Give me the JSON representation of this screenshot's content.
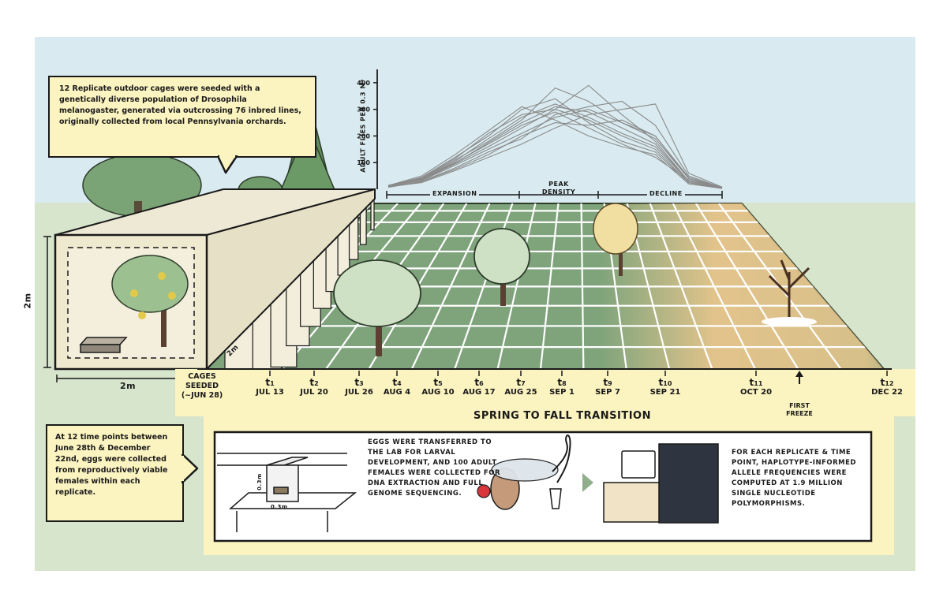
{
  "top_callout": {
    "text": "12 Replicate outdoor cages were seeded with a genetically diverse population of Drosophila melanogaster, generated via outcrossing 76 inbred lines, originally collected from local Pennsylvania orchards."
  },
  "bottom_callout": {
    "text": "At 12 time points between June 28th & December 22nd, eggs were collected from reproductively viable females within each replicate."
  },
  "cage": {
    "height_label": "2m",
    "width_label": "2m",
    "depth_label": "2m"
  },
  "chart_data": {
    "type": "line",
    "ylabel": "Adult flies per 0.3 m³",
    "yticks": [
      "100",
      "200",
      "300",
      "400"
    ],
    "ylim": [
      0,
      450
    ],
    "phases": [
      "Expansion",
      "Peak density",
      "Decline"
    ],
    "x": [
      "Jul 13",
      "Jul 20",
      "Jul 26",
      "Aug 4",
      "Aug 10",
      "Aug 17",
      "Aug 25",
      "Sep 1",
      "Sep 7",
      "Sep 21",
      "Oct 20"
    ],
    "series": [
      {
        "values": [
          15,
          40,
          110,
          180,
          260,
          380,
          330,
          250,
          200,
          40,
          5
        ]
      },
      {
        "values": [
          10,
          35,
          95,
          160,
          230,
          300,
          390,
          280,
          180,
          30,
          5
        ]
      },
      {
        "values": [
          12,
          45,
          120,
          200,
          300,
          340,
          250,
          180,
          140,
          25,
          4
        ]
      },
      {
        "values": [
          8,
          30,
          80,
          140,
          190,
          280,
          310,
          330,
          240,
          50,
          6
        ]
      },
      {
        "values": [
          14,
          50,
          130,
          220,
          310,
          260,
          200,
          160,
          130,
          20,
          3
        ]
      },
      {
        "values": [
          9,
          25,
          70,
          120,
          170,
          230,
          280,
          300,
          320,
          60,
          8
        ]
      },
      {
        "values": [
          11,
          40,
          100,
          170,
          240,
          290,
          230,
          170,
          120,
          35,
          5
        ]
      },
      {
        "values": [
          13,
          38,
          105,
          190,
          270,
          320,
          270,
          210,
          160,
          30,
          4
        ]
      },
      {
        "values": [
          7,
          28,
          75,
          130,
          200,
          250,
          240,
          260,
          200,
          45,
          6
        ]
      },
      {
        "values": [
          10,
          42,
          115,
          210,
          280,
          300,
          260,
          200,
          150,
          25,
          3
        ]
      },
      {
        "values": [
          12,
          33,
          90,
          150,
          210,
          270,
          300,
          250,
          190,
          40,
          5
        ]
      },
      {
        "values": [
          9,
          36,
          98,
          175,
          250,
          310,
          290,
          230,
          170,
          30,
          4
        ]
      }
    ]
  },
  "timeline": {
    "start": "Cages seeded (~Jun 28)",
    "points": [
      {
        "t": "t",
        "sub": "1",
        "date": "Jul 13"
      },
      {
        "t": "t",
        "sub": "2",
        "date": "Jul 20"
      },
      {
        "t": "t",
        "sub": "3",
        "date": "Jul 26"
      },
      {
        "t": "t",
        "sub": "4",
        "date": "Aug 4"
      },
      {
        "t": "t",
        "sub": "5",
        "date": "Aug 10"
      },
      {
        "t": "t",
        "sub": "6",
        "date": "Aug 17"
      },
      {
        "t": "t",
        "sub": "7",
        "date": "Aug 25"
      },
      {
        "t": "t",
        "sub": "8",
        "date": "Sep 1"
      },
      {
        "t": "t",
        "sub": "9",
        "date": "Sep 7"
      },
      {
        "t": "t",
        "sub": "10",
        "date": "Sep 21"
      },
      {
        "t": "t",
        "sub": "11",
        "date": "Oct 20"
      },
      {
        "t": "t",
        "sub": "12",
        "date": "Dec 22"
      }
    ],
    "freeze_label": "First freeze",
    "season_label": "Spring to fall transition"
  },
  "lab_panel": {
    "eggs_text": "Eggs were transferred to the lab for larval development, and 100 adult females were collected for DNA extraction and full genome sequencing.",
    "box_side_label": "0.3m",
    "box_bottom_label": "0.3m",
    "allele_text": "For each replicate & time point, haplotype-informed allele frequencies were computed at 1.9 million single nucleotide polymorphisms."
  },
  "colors": {
    "sky": "#d9ebf0",
    "ground": "#d6e5cc",
    "field": "#7fa47c",
    "callout": "#fbf3c0",
    "decline": "#f4c98e",
    "line": "#8a8a8a"
  }
}
